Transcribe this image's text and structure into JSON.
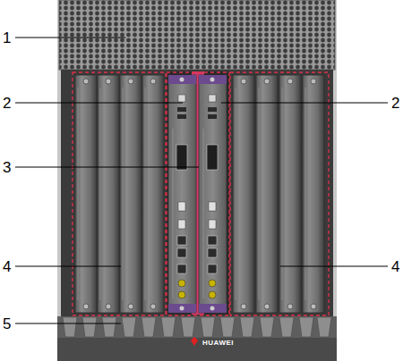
{
  "diagram": {
    "labels": [
      "1",
      "2",
      "2",
      "3",
      "4",
      "4",
      "5",
      "HUAWEI"
    ]
  }
}
